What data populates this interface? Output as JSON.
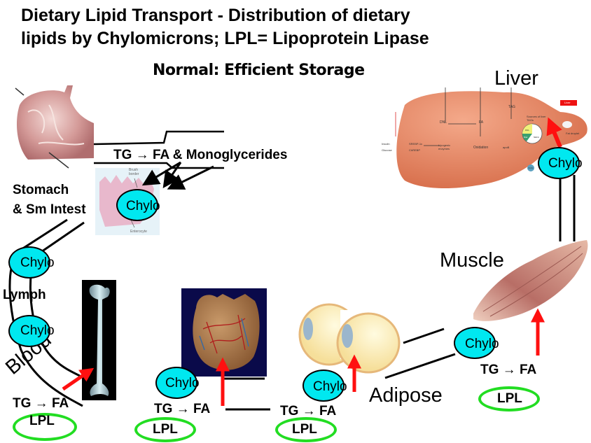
{
  "title": {
    "line1": "Dietary Lipid Transport - Distribution of dietary",
    "line2": "lipids by Chylomicrons; LPL= Lipoprotein Lipase"
  },
  "subtitle": "Normal:  Efficient Storage",
  "organs": {
    "liver": "Liver",
    "muscle": "Muscle",
    "adipose": "Adipose",
    "stomach_line1": "Stomach",
    "stomach_line2": "& Sm Intest",
    "lymph": "Lymph",
    "blood": "Blood"
  },
  "digestion_reaction": "TG → FA & Monoglycerides",
  "chylo_label": "Chylo",
  "tissue_sites": [
    {
      "name": "bone",
      "reaction": "TG → FA",
      "enzyme": "LPL"
    },
    {
      "name": "heart",
      "reaction": "TG → FA",
      "enzyme": "LPL"
    },
    {
      "name": "adipose",
      "reaction": "TG → FA",
      "enzyme": "LPL"
    },
    {
      "name": "muscle",
      "reaction": "TG → FA",
      "enzyme": "LPL"
    }
  ],
  "intestine_image_labels": {
    "brush_border": "Brush border",
    "enterocyte": "Enterocyte"
  },
  "liver_image_labels": {
    "tag": "TAG",
    "sources": "Sources of liver TAGs",
    "dnl": "DNL",
    "fa": "FA",
    "oxidation": "Oxidation",
    "insulin": "Insulin",
    "glucose": "Glucose",
    "srebp": "SREBP-1c",
    "chrebp": "ChREBP",
    "lipogenic": "Lipogenic enzymes",
    "apob": "apoB",
    "vldl": "VLDL",
    "nefa": "NEFA",
    "diet": "Diet",
    "fat_droplet": "Fat droplet",
    "liver_tag": "Liver"
  },
  "colors": {
    "chylo_fill": "#00e8f0",
    "lpl_ring": "#22dd22",
    "arrow_red": "#ff1010",
    "liver": "#e8825a",
    "muscle": "#c07a70",
    "heart_bg": "#0a0a4a",
    "bone_bg": "#000000"
  }
}
